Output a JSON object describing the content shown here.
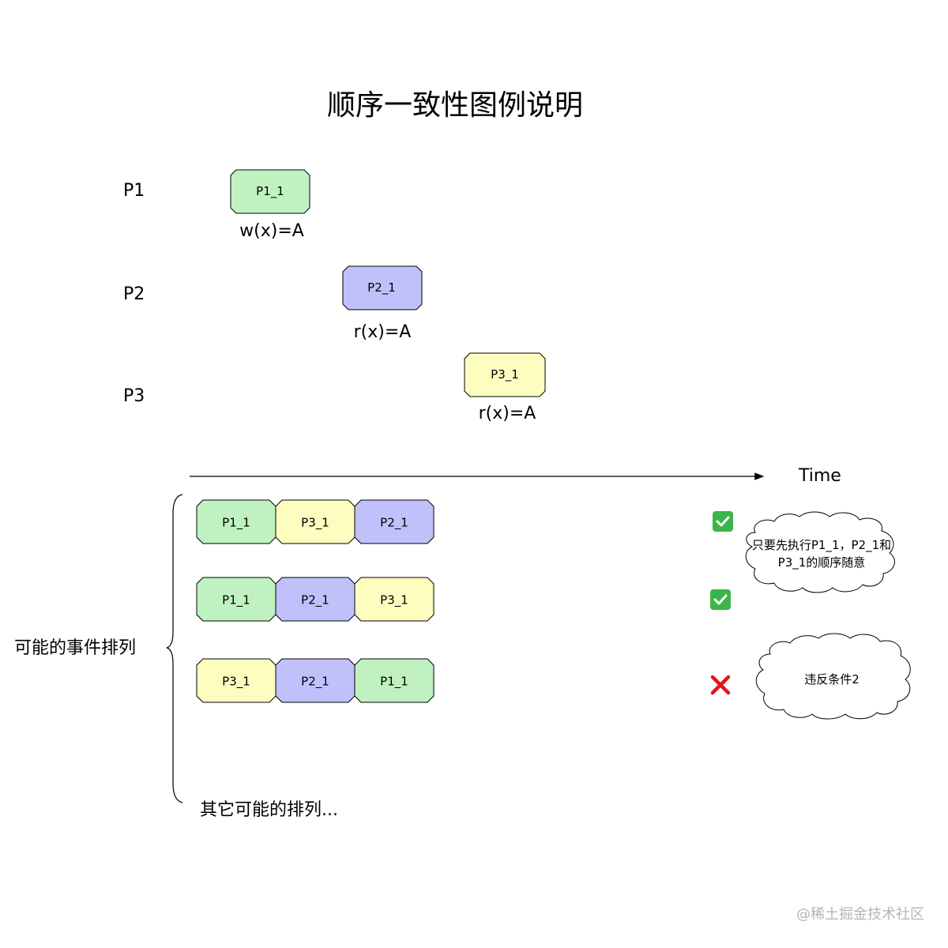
{
  "title": "顺序一致性图例说明",
  "processes": [
    {
      "label": "P1",
      "event": "P1_1",
      "op": "w(x)=A",
      "color": "#bff2c0"
    },
    {
      "label": "P2",
      "event": "P2_1",
      "op": "r(x)=A",
      "color": "#c0c0fb"
    },
    {
      "label": "P3",
      "event": "P3_1",
      "op": "r(x)=A",
      "color": "#fdfdc0"
    }
  ],
  "axis": {
    "label": "Time"
  },
  "orderings_label": "可能的事件排列",
  "orderings": [
    {
      "events": [
        "P1_1",
        "P3_1",
        "P2_1"
      ],
      "valid": true,
      "mark": "check-icon"
    },
    {
      "events": [
        "P1_1",
        "P2_1",
        "P3_1"
      ],
      "valid": true,
      "mark": "check-icon"
    },
    {
      "events": [
        "P3_1",
        "P2_1",
        "P1_1"
      ],
      "valid": false,
      "mark": "cross-icon"
    }
  ],
  "notes": {
    "valid_note": [
      "只要先执行P1_1，P2_1和",
      "P3_1的顺序随意"
    ],
    "invalid_note": "违反条件2"
  },
  "others_label": "其它可能的排列...",
  "watermark": "@稀土掘金技术社区",
  "colors": {
    "P1_1": "#bff2c0",
    "P2_1": "#c0c0fb",
    "P3_1": "#fdfdc0",
    "check": "#3ab54a",
    "cross": "#e1141b"
  }
}
